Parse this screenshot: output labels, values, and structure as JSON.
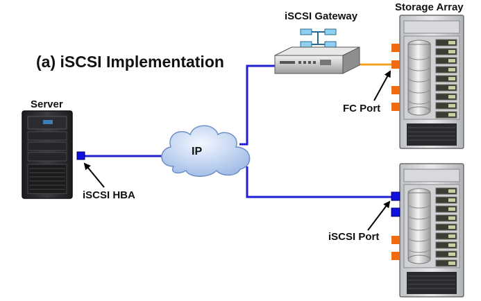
{
  "diagram": {
    "title": "(a) iSCSI Implementation",
    "nodes": {
      "server": "Server",
      "gateway": "iSCSI Gateway",
      "storage_array": "Storage Array",
      "network": "IP"
    },
    "callouts": {
      "fc_port": "FC Port",
      "iscsi_hba": "iSCSI HBA",
      "iscsi_port": "iSCSI Port"
    },
    "colors": {
      "ip_link": "#1f1fd6",
      "fc_link": "#f5a020",
      "fc_port": "#f26a10",
      "iscsi_port": "#1010e0",
      "cloud_fill": "#a9c4ec",
      "rack_body": "#2a2a2e"
    },
    "icons": [
      "server-tower-icon",
      "gateway-switch-icon",
      "storage-array-icon",
      "cloud-icon"
    ]
  }
}
